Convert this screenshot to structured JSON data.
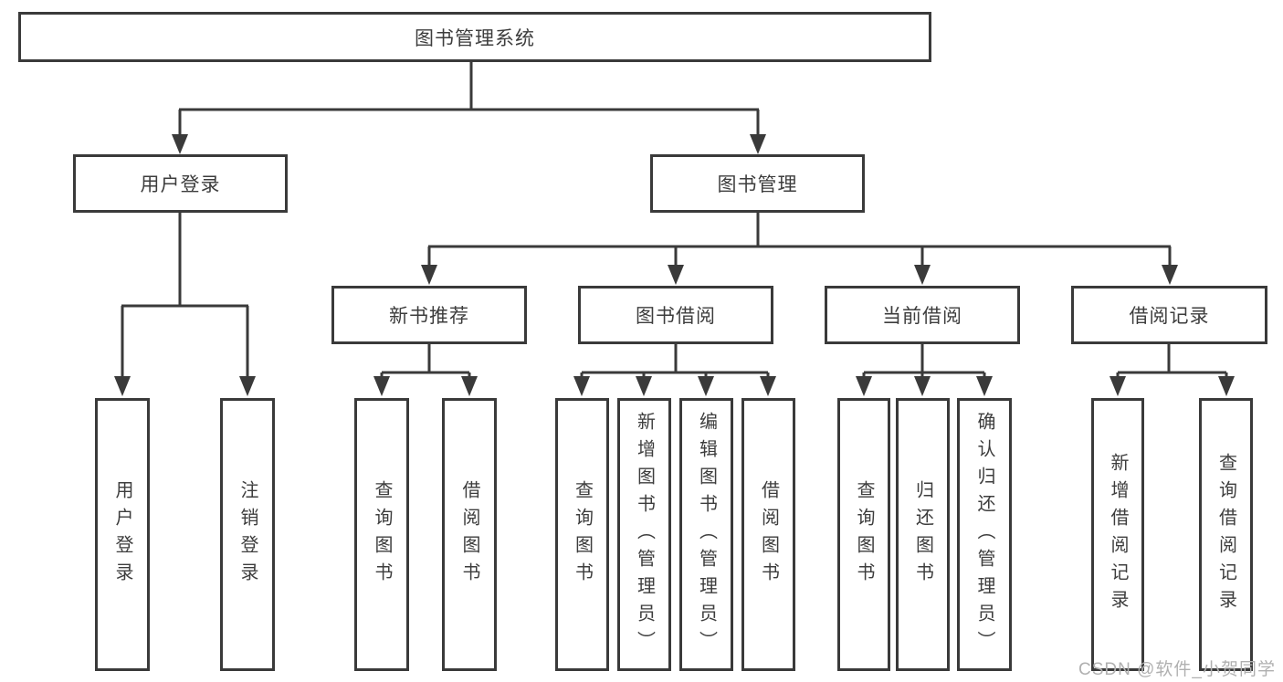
{
  "diagram": {
    "type": "hierarchy-tree",
    "tree": {
      "root": {
        "label": "图书管理系统",
        "children": [
          {
            "label": "用户登录",
            "children": [
              {
                "label": "用户登录"
              },
              {
                "label": "注销登录"
              }
            ]
          },
          {
            "label": "图书管理",
            "children": [
              {
                "label": "新书推荐",
                "children": [
                  {
                    "label": "查询图书"
                  },
                  {
                    "label": "借阅图书"
                  }
                ]
              },
              {
                "label": "图书借阅",
                "children": [
                  {
                    "label": "查询图书"
                  },
                  {
                    "label": "新增图书（管理员）"
                  },
                  {
                    "label": "编辑图书（管理员）"
                  },
                  {
                    "label": "借阅图书"
                  }
                ]
              },
              {
                "label": "当前借阅",
                "children": [
                  {
                    "label": "查询图书"
                  },
                  {
                    "label": "归还图书"
                  },
                  {
                    "label": "确认归还（管理员）"
                  }
                ]
              },
              {
                "label": "借阅记录",
                "children": [
                  {
                    "label": "新增借阅记录"
                  },
                  {
                    "label": "查询借阅记录"
                  }
                ]
              }
            ]
          }
        ]
      }
    },
    "colors": {
      "line": "#3a3a3a",
      "box_border": "#3a3a3a",
      "box_fill": "#ffffff",
      "text": "#3d3d3d",
      "watermark": "#b0b0b0",
      "background": "#ffffff"
    }
  },
  "watermark": "CSDN @软件_小贺同学"
}
